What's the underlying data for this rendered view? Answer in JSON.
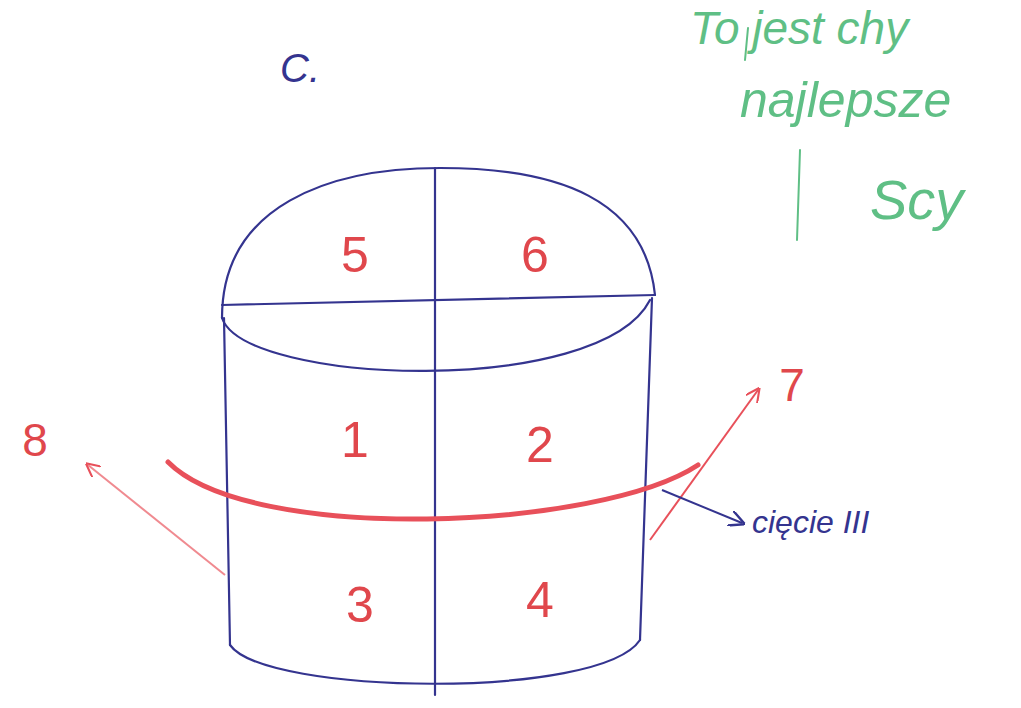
{
  "diagram": {
    "labels": [
      "C.",
      "5",
      "6",
      "1",
      "2",
      "3",
      "4",
      "7",
      "8",
      "cięcie III",
      "To jest chy",
      "najlepsze",
      "Scy"
    ]
  }
}
